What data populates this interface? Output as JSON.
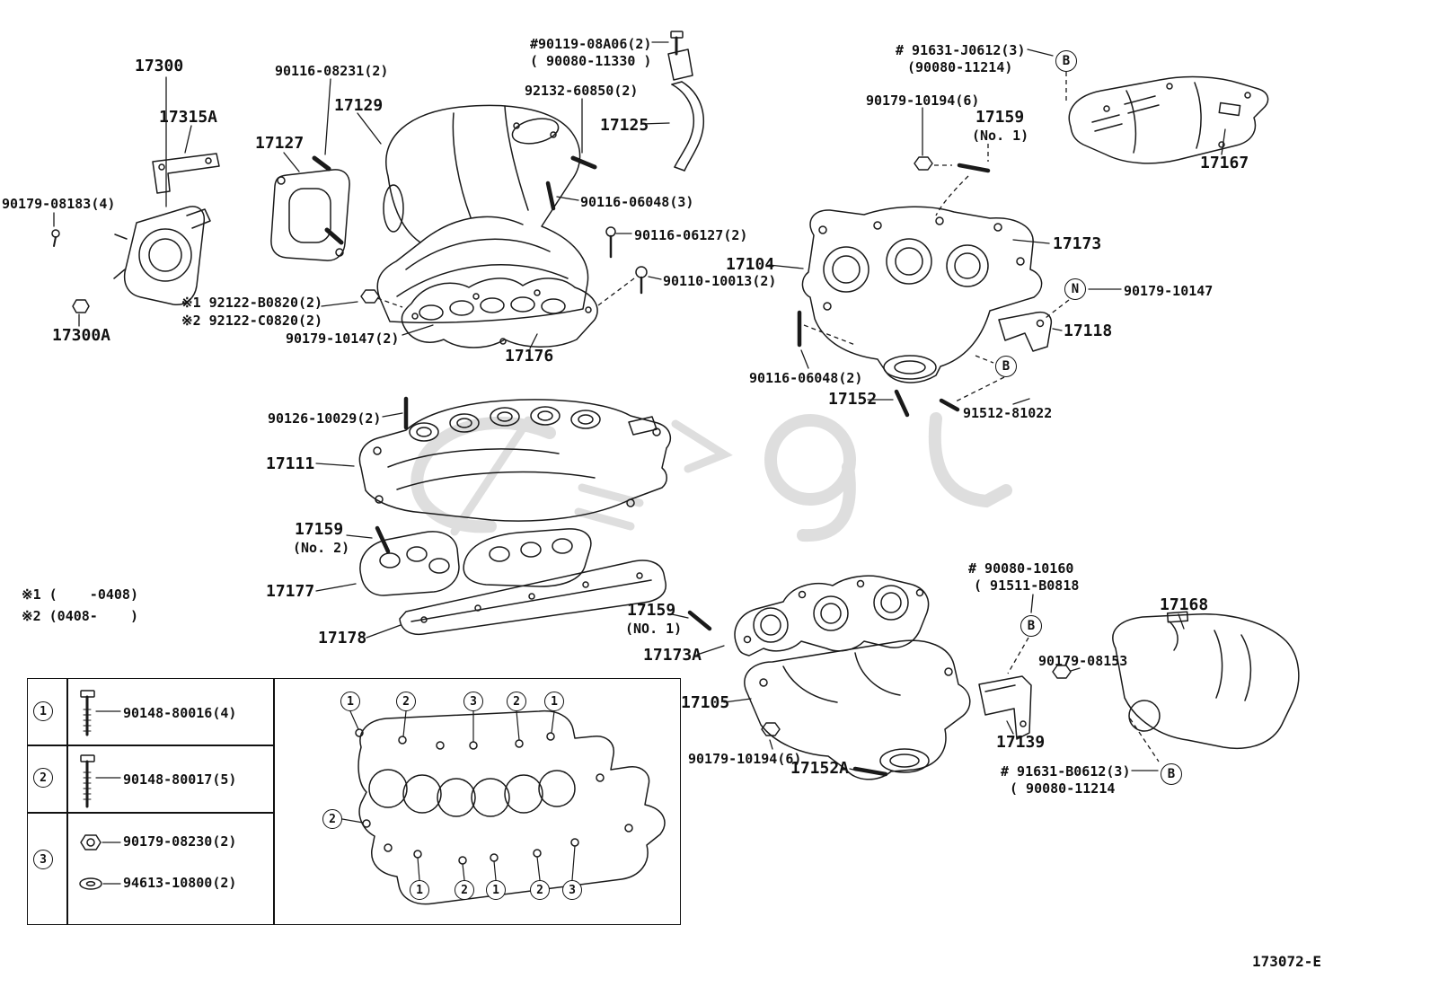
{
  "doc_code": "173072-E",
  "labels": [
    "17300",
    "90116-08231(2)",
    "17315A",
    "17129",
    "17127",
    "#90119-08A06(2)",
    "( 90080-11330 )",
    "92132-60850(2)",
    "17125",
    "# 91631-J0612(3)",
    "(90080-11214)",
    "90179-10194(6)",
    "17159",
    "(No. 1)",
    "17167",
    "90179-08183(4)",
    "90116-06048(3)",
    "90116-06127(2)",
    "17173",
    "17104",
    "90110-10013(2)",
    "90179-10147",
    "※1 92122-B0820(2)",
    "※2 92122-C0820(2)",
    "17300A",
    "90179-10147(2)",
    "17176",
    "17118",
    "90116-06048(2)",
    "17152",
    "91512-81022",
    "90126-10029(2)",
    "17111",
    "17159",
    "(No. 2)",
    "17177",
    "17178",
    "# 90080-10160",
    "( 91511-B0818",
    "17168",
    "17159",
    "(NO. 1)",
    "17173A",
    "17105",
    "90179-08153",
    "17139",
    "90179-10194(6)",
    "17152A",
    "# 91631-B0612(3)",
    "( 90080-11214"
  ],
  "notes": [
    "※1 (    -0408)",
    "※2 (0408-    )"
  ],
  "legend": {
    "rows": [
      {
        "key": "1",
        "parts": [
          "90148-80016(4)"
        ]
      },
      {
        "key": "2",
        "parts": [
          "90148-80017(5)"
        ]
      },
      {
        "key": "3",
        "parts": [
          "90179-08230(2)",
          "94613-10800(2)"
        ]
      }
    ]
  },
  "connectors": [
    "B",
    "B",
    "N",
    "B",
    "B"
  ],
  "marks": [
    "1",
    "2",
    "3",
    "2",
    "1",
    "2",
    "1",
    "2",
    "1",
    "2",
    "3"
  ],
  "colors": {
    "line": "#1a1a1a",
    "watermark": "#d6d6d6",
    "background": "#ffffff"
  }
}
